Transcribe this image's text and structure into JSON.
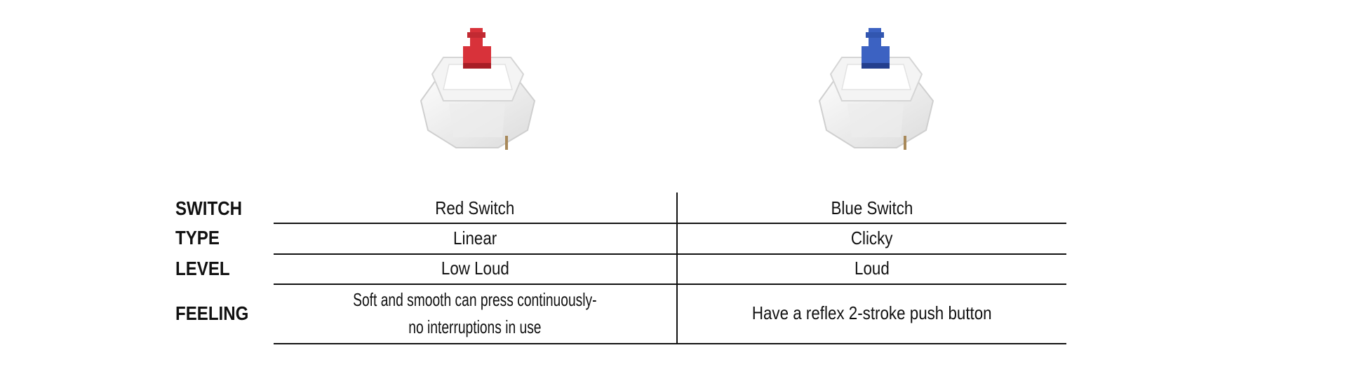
{
  "switches": {
    "red": {
      "cap_color": "#d8323a",
      "cap_shadow": "#a81e26"
    },
    "blue": {
      "cap_color": "#3c62c2",
      "cap_shadow": "#243f8e"
    }
  },
  "table": {
    "rows": [
      {
        "label": "SWITCH",
        "red": "Red Switch",
        "blue": "Blue Switch"
      },
      {
        "label": "TYPE",
        "red": "Linear",
        "blue": "Clicky"
      },
      {
        "label": "LEVEL",
        "red": "Low Loud",
        "blue": "Loud"
      },
      {
        "label": "FEELING",
        "red_lines": [
          "Soft and smooth can press continuously-",
          "no interruptions in use"
        ],
        "blue": "Have a reflex 2-stroke push button"
      }
    ]
  }
}
